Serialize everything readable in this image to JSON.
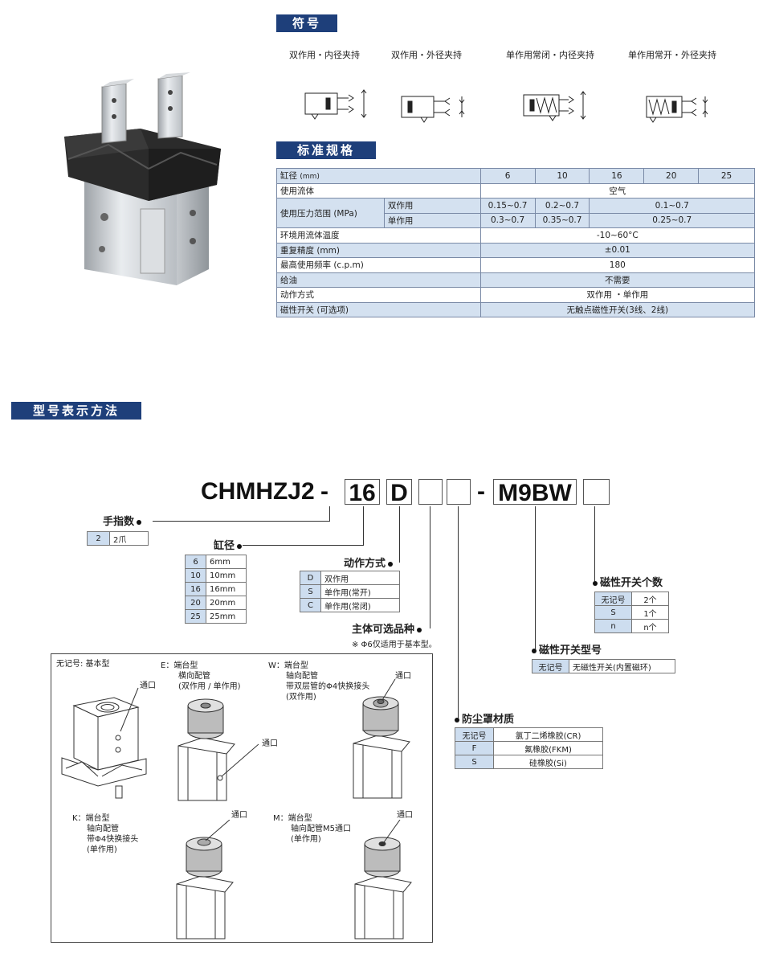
{
  "symbols": {
    "header": "符号",
    "labels": [
      "双作用・内径夹持",
      "双作用・外径夹持",
      "单作用常闭・内径夹持",
      "单作用常开・外径夹持"
    ]
  },
  "spec": {
    "header": "标准规格",
    "bore_label": "缸径",
    "bore_unit": "(mm)",
    "bores": [
      "6",
      "10",
      "16",
      "20",
      "25"
    ],
    "fluid_label": "使用流体",
    "fluid_value": "空气",
    "pressure_label": "使用压力范围 (MPa)",
    "double_label": "双作用",
    "double_6": "0.15~0.7",
    "double_10": "0.2~0.7",
    "double_rest": "0.1~0.7",
    "single_label": "单作用",
    "single_6": "0.3~0.7",
    "single_10": "0.35~0.7",
    "single_rest": "0.25~0.7",
    "temp_label": "环境用流体温度",
    "temp_value": "-10~60°C",
    "repeat_label": "重复精度 (mm)",
    "repeat_value": "±0.01",
    "freq_label": "最高使用频率 (c.p.m)",
    "freq_value": "180",
    "oil_label": "给油",
    "oil_value": "不需要",
    "action_label": "动作方式",
    "action_value": "双作用 ・单作用",
    "switch_label": "磁性开关 (可选项)",
    "switch_value": "无触点磁性开关(3线、2线)"
  },
  "model": {
    "header": "型号表示方法",
    "prefix": "CHMHZJ2",
    "dash1": "-",
    "bore": "16",
    "action": "D",
    "dash2": "-",
    "switch": "M9BW",
    "fingers": {
      "title": "手指数",
      "rows": [
        [
          "2",
          "2爪"
        ]
      ]
    },
    "bore_sec": {
      "title": "缸径",
      "rows": [
        [
          "6",
          "6mm"
        ],
        [
          "10",
          "10mm"
        ],
        [
          "16",
          "16mm"
        ],
        [
          "20",
          "20mm"
        ],
        [
          "25",
          "25mm"
        ]
      ]
    },
    "action_sec": {
      "title": "动作方式",
      "rows": [
        [
          "D",
          "双作用"
        ],
        [
          "S",
          "单作用(常开)"
        ],
        [
          "C",
          "单作用(常闭)"
        ]
      ]
    },
    "option_sec": {
      "title": "主体可选品种",
      "note": "※ Φ6仅适用于基本型。"
    },
    "count_sec": {
      "title": "磁性开关个数",
      "rows": [
        [
          "无记号",
          "2个"
        ],
        [
          "S",
          "1个"
        ],
        [
          "n",
          "n个"
        ]
      ]
    },
    "type_sec": {
      "title": "磁性开关型号",
      "rows": [
        [
          "无记号",
          "无磁性开关(内置磁环)"
        ]
      ]
    },
    "dust_sec": {
      "title": "防尘罩材质",
      "rows": [
        [
          "无记号",
          "氯丁二烯橡胶(CR)"
        ],
        [
          "F",
          "氟橡胶(FKM)"
        ],
        [
          "S",
          "硅橡胶(Si)"
        ]
      ]
    },
    "variants": {
      "basic": "无记号: 基本型",
      "e": [
        "E：端台型",
        "横向配管",
        "(双作用 / 单作用)"
      ],
      "w": [
        "W：端台型",
        "轴向配管",
        "带双层管的Φ4快换接头",
        "(双作用)"
      ],
      "k": [
        "K：端台型",
        "轴向配管",
        "带Φ4快换接头",
        "(单作用)"
      ],
      "m": [
        "M：端台型",
        "轴向配管M5通口",
        "(单作用)"
      ],
      "port": "通口"
    }
  }
}
